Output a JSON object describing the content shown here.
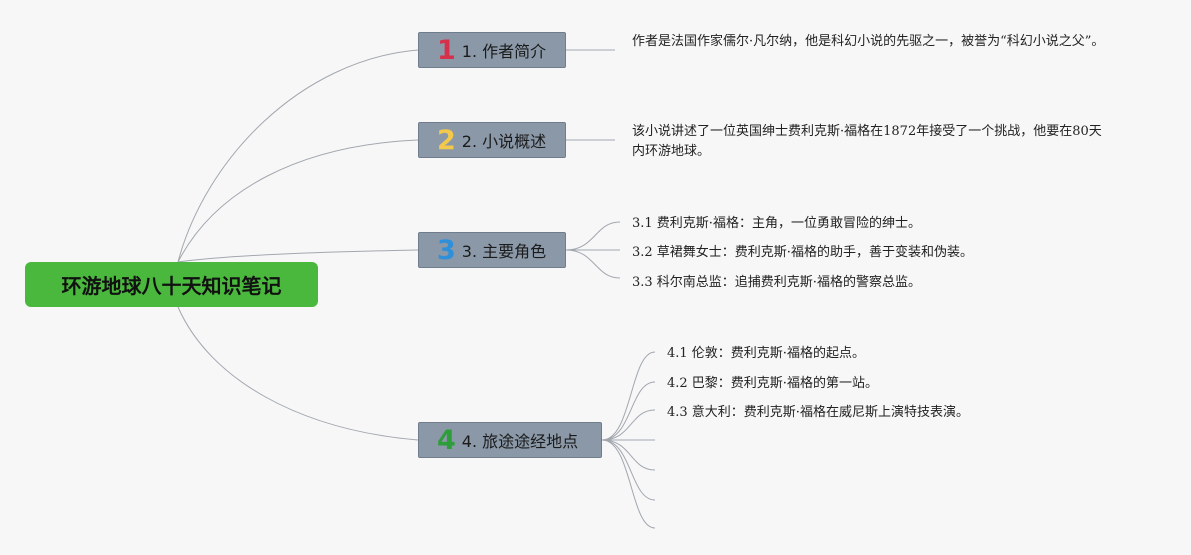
{
  "root": {
    "title": "环游地球八十天知识笔记"
  },
  "branches": [
    {
      "number": "1",
      "label": "1. 作者简介",
      "number_color": "#d6304a",
      "note": "作者是法国作家儒尔·凡尔纳，他是科幻小说的先驱之一，被誉为“科幻小说之父”。"
    },
    {
      "number": "2",
      "label": "2. 小说概述",
      "number_color": "#f2c94c",
      "note": "该小说讲述了一位英国绅士费利克斯·福格在1872年接受了一个挑战，他要在80天内环游地球。"
    },
    {
      "number": "3",
      "label": "3. 主要角色",
      "number_color": "#2f8fd8",
      "items": [
        "3.1 费利克斯·福格：主角，一位勇敢冒险的绅士。",
        "3.2 草裙舞女士：费利克斯·福格的助手，善于变装和伪装。",
        "3.3 科尔南总监：追捕费利克斯·福格的警察总监。"
      ]
    },
    {
      "number": "4",
      "label": "4. 旅途途经地点",
      "number_color": "#2e9e3a",
      "items": [
        "4.1 伦敦：费利克斯·福格的起点。",
        "4.2 巴黎：费利克斯·福格的第一站。",
        "4.3 意大利：费利克斯·福格在威尼斯上演特技表演。",
        "",
        "",
        "",
        ""
      ]
    }
  ],
  "colors": {
    "root_bg": "#49b83c",
    "branch_bg": "#8a98a8",
    "line": "#9aa0a8"
  }
}
